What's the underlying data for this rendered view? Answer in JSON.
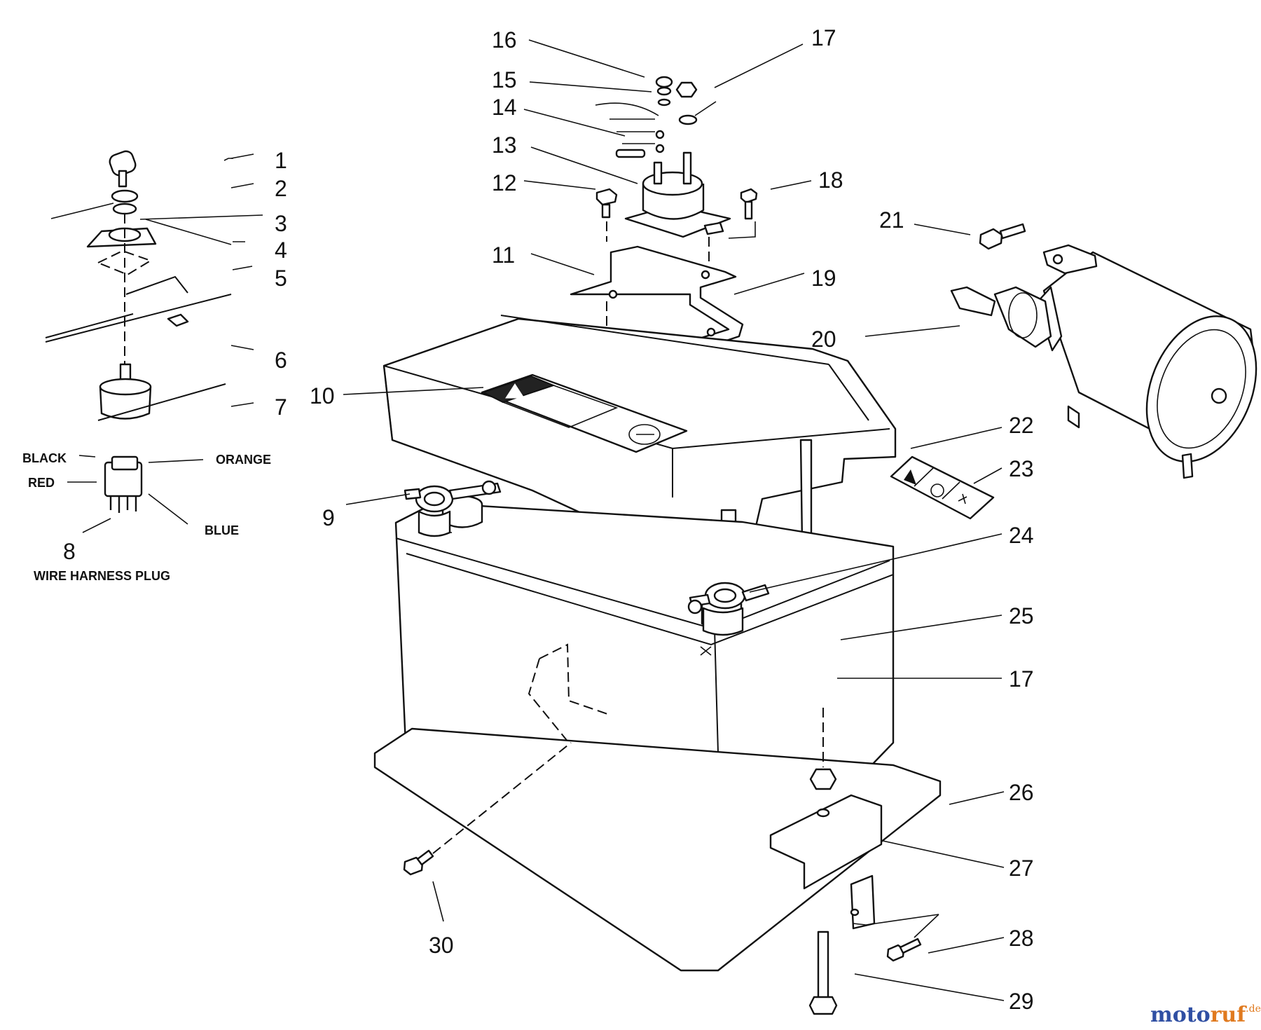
{
  "callouts": {
    "c1": "1",
    "c2": "2",
    "c3": "3",
    "c4": "4",
    "c5": "5",
    "c6": "6",
    "c7": "7",
    "c8": "8",
    "c9": "9",
    "c10": "10",
    "c11": "11",
    "c12": "12",
    "c13": "13",
    "c14": "14",
    "c15": "15",
    "c16": "16",
    "c17a": "17",
    "c18": "18",
    "c19": "19",
    "c20": "20",
    "c21": "21",
    "c22": "22",
    "c23": "23",
    "c24": "24",
    "c25": "25",
    "c17b": "17",
    "c26": "26",
    "c27": "27",
    "c28": "28",
    "c29": "29",
    "c30": "30"
  },
  "wires": {
    "black": "BLACK",
    "red": "RED",
    "orange": "ORANGE",
    "blue": "BLUE"
  },
  "caption": "WIRE HARNESS PLUG",
  "watermark": {
    "part1": "moto",
    "part2": "ruf",
    "suffix": ".de",
    "colors": {
      "moto": "#2f4fa3",
      "ruf": "#e07a1f"
    }
  }
}
